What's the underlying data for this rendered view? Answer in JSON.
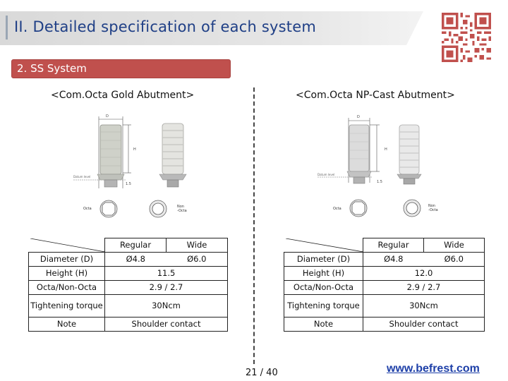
{
  "header": {
    "title": "II. Detailed specification of each system"
  },
  "section": {
    "label": "2. SS System"
  },
  "products": [
    {
      "title": "<Com.Octa Gold Abutment>",
      "drawing_labels": {
        "d": "D",
        "h": "H",
        "h_line": "1.5",
        "datum": "Datum level",
        "octa": "Octa",
        "non_octa": "Non\n-Octa"
      },
      "table": {
        "col_headers": [
          "Regular",
          "Wide"
        ],
        "rows": [
          {
            "label": "Diameter (D)",
            "values": [
              "Ø4.8",
              "Ø6.0"
            ]
          },
          {
            "label": "Height (H)",
            "value": "11.5"
          },
          {
            "label": "Octa/Non-Octa",
            "value": "2.9 / 2.7"
          },
          {
            "label": "Tightening torque",
            "value": "30Ncm"
          },
          {
            "label": "Note",
            "value": "Shoulder contact"
          }
        ]
      }
    },
    {
      "title": "<Com.Octa NP-Cast Abutment>",
      "drawing_labels": {
        "d": "D",
        "h": "H",
        "h_line": "1.5",
        "datum": "Datum level",
        "octa": "Octa",
        "non_octa": "Non\n-Octa"
      },
      "table": {
        "col_headers": [
          "Regular",
          "Wide"
        ],
        "rows": [
          {
            "label": "Diameter (D)",
            "values": [
              "Ø4.8",
              "Ø6.0"
            ]
          },
          {
            "label": "Height (H)",
            "value": "12.0"
          },
          {
            "label": "Octa/Non-Octa",
            "value": "2.9 / 2.7"
          },
          {
            "label": "Tightening torque",
            "value": "30Ncm"
          },
          {
            "label": "Note",
            "value": "Shoulder contact"
          }
        ]
      }
    }
  ],
  "footer": {
    "page": "21 / 40",
    "website": "www.befrest.com"
  },
  "colors": {
    "title_text": "#1f3f86",
    "section_bar": "#c0504d",
    "website": "#1d3fa8"
  }
}
